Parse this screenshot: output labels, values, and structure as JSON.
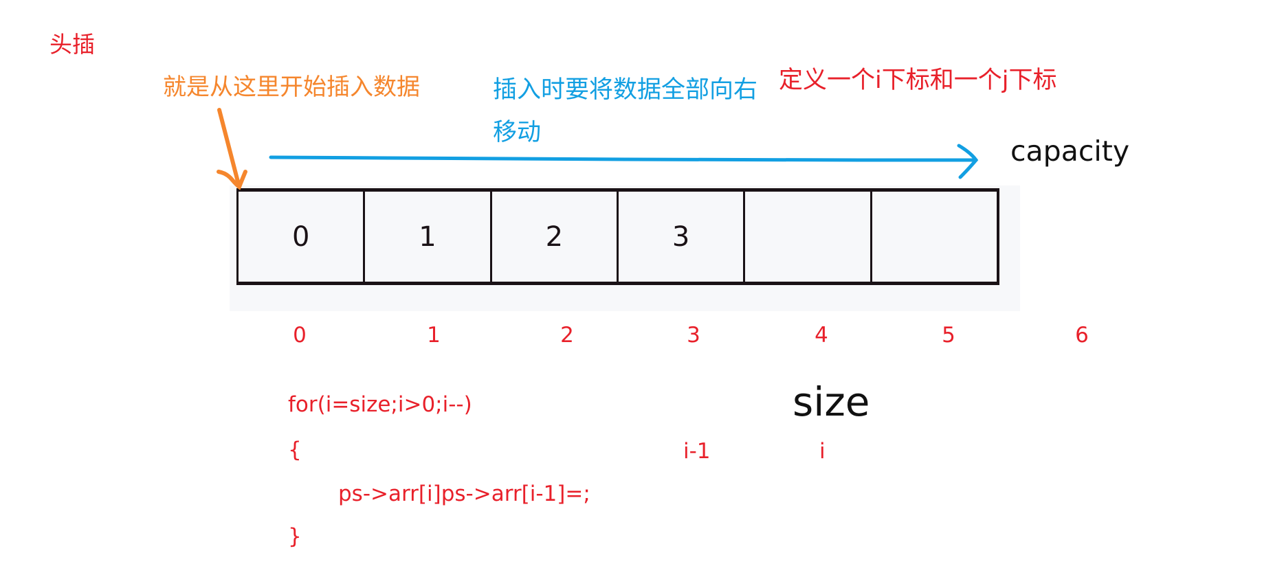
{
  "title": "头插",
  "annotations": {
    "insert_start": "就是从这里开始插入数据",
    "shift_note": "插入时要将数据全部向右移动",
    "define_indices": "定义一个i下标和一个j下标",
    "capacity": "capacity",
    "size": "size"
  },
  "array": {
    "cells": [
      "0",
      "1",
      "2",
      "3",
      "",
      ""
    ]
  },
  "indices": [
    "0",
    "1",
    "2",
    "3",
    "4",
    "5",
    "6"
  ],
  "pointers": {
    "i_minus_1": "i-1",
    "i": "i"
  },
  "code": {
    "line1": "for(i=size;i>0;i--)",
    "line2": "{",
    "line3": "ps->arr[i]ps->arr[i-1]=;",
    "line4": "}"
  },
  "colors": {
    "red": "#e8202a",
    "orange": "#f5862d",
    "blue": "#129fe2",
    "cell_border": "#1a1216",
    "array_bg": "#f7f8fa"
  }
}
